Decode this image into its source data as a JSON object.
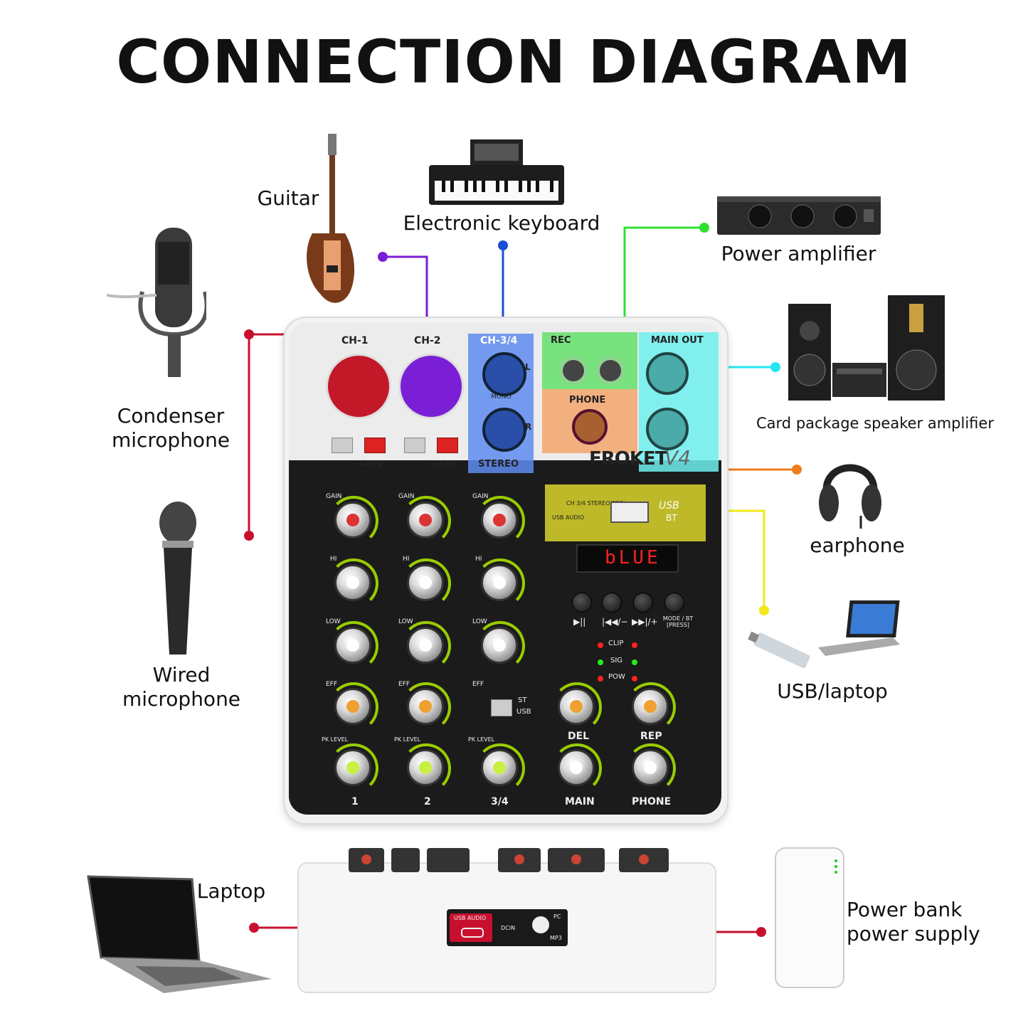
{
  "title": "CONNECTION DIAGRAM",
  "labels": {
    "guitar": "Guitar",
    "keyboard": "Electronic keyboard",
    "power_amp": "Power amplifier",
    "condenser_1": "Condenser",
    "condenser_2": "microphone",
    "speakers": "Card package speaker amplifier",
    "earphone": "earphone",
    "wired_1": "Wired",
    "wired_2": "microphone",
    "usb_laptop": "USB/laptop",
    "laptop": "Laptop",
    "powerbank_1": "Power bank",
    "powerbank_2": "power supply"
  },
  "mixer": {
    "ch1": "CH-1",
    "ch2": "CH-2",
    "ch34": "CH-3/4",
    "rec": "REC",
    "main_out": "MAIN OUT",
    "phone": "PHONE",
    "mono": "MONO",
    "stereo": "STEREO",
    "plus48": "+48V",
    "brand": "FROKET",
    "model": "V4",
    "display": "bLUE",
    "usb": "USB",
    "bt": "BT",
    "usb_audio": "USB AUDIO",
    "ch34_stereo": "CH 3/4 STEREO(PRE)",
    "gain": "GAIN",
    "hi": "HI",
    "low": "LOW",
    "eff": "EFF",
    "pk_level": "PK LEVEL",
    "clip": "CLIP",
    "sig": "SIG",
    "pow": "POW",
    "del": "DEL",
    "rep": "REP",
    "ch_1": "1",
    "ch_2": "2",
    "ch_34": "3/4",
    "main": "MAIN",
    "phone_knob": "PHONE",
    "mode_bt": "MODE / BT [PRESS]",
    "st": "ST",
    "usb_sw": "USB",
    "l": "L",
    "r": "R"
  },
  "rear": {
    "usb_audio": "USB AUDIO",
    "dcin": "DCIN",
    "pc": "PC",
    "mp3": "MP3"
  },
  "colors": {
    "red": "#c8102e",
    "purple": "#7a1fd6",
    "blue": "#1a4fd6",
    "green": "#2fe02f",
    "cyan": "#25e6f0",
    "orange": "#f07c1a",
    "yellow": "#f2e81a"
  }
}
